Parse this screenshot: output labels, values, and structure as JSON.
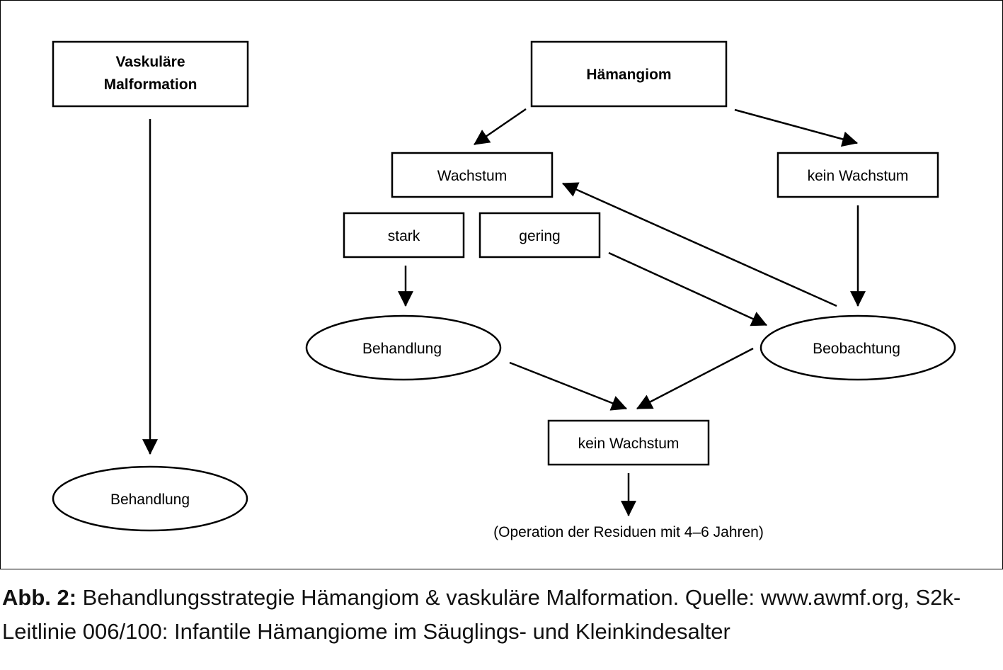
{
  "diagram": {
    "vascular": {
      "title_line1": "Vaskuläre",
      "title_line2": "Malformation",
      "treatment": "Behandlung"
    },
    "hemangioma": {
      "title": "Hämangiom",
      "growth": "Wachstum",
      "no_growth_top": "kein Wachstum",
      "strong": "stark",
      "low": "gering",
      "treatment": "Behandlung",
      "observation": "Beobachtung",
      "no_growth_bottom": "kein Wachstum",
      "residue_note": "(Operation der Residuen mit 4–6 Jahren)"
    }
  },
  "caption": {
    "label": "Abb. 2:",
    "text": " Behandlungsstrategie Hämangiom & vaskuläre Malformation. Quelle: www.awmf.org, S2k-Leitlinie 006/100: Infantile Hämangiome im Säuglings- und Kleinkindesalter"
  }
}
